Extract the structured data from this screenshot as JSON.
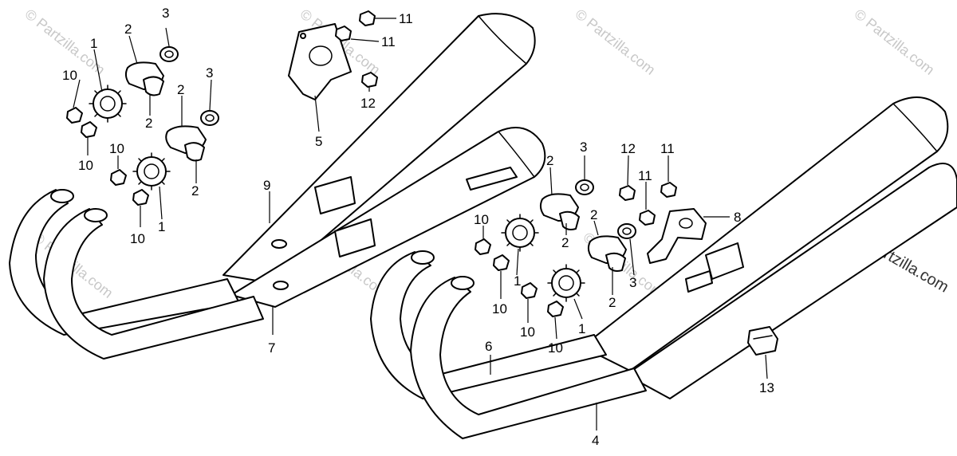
{
  "watermark": {
    "short": "© Partzilla.com",
    "edge": "© Partzilla.com"
  },
  "callouts": {
    "c1": "1",
    "c2": "2",
    "c3": "3",
    "c4": "4",
    "c5": "5",
    "c6": "6",
    "c7": "7",
    "c8": "8",
    "c9": "9",
    "c10": "10",
    "c11": "11",
    "c12": "12",
    "c13": "13"
  }
}
